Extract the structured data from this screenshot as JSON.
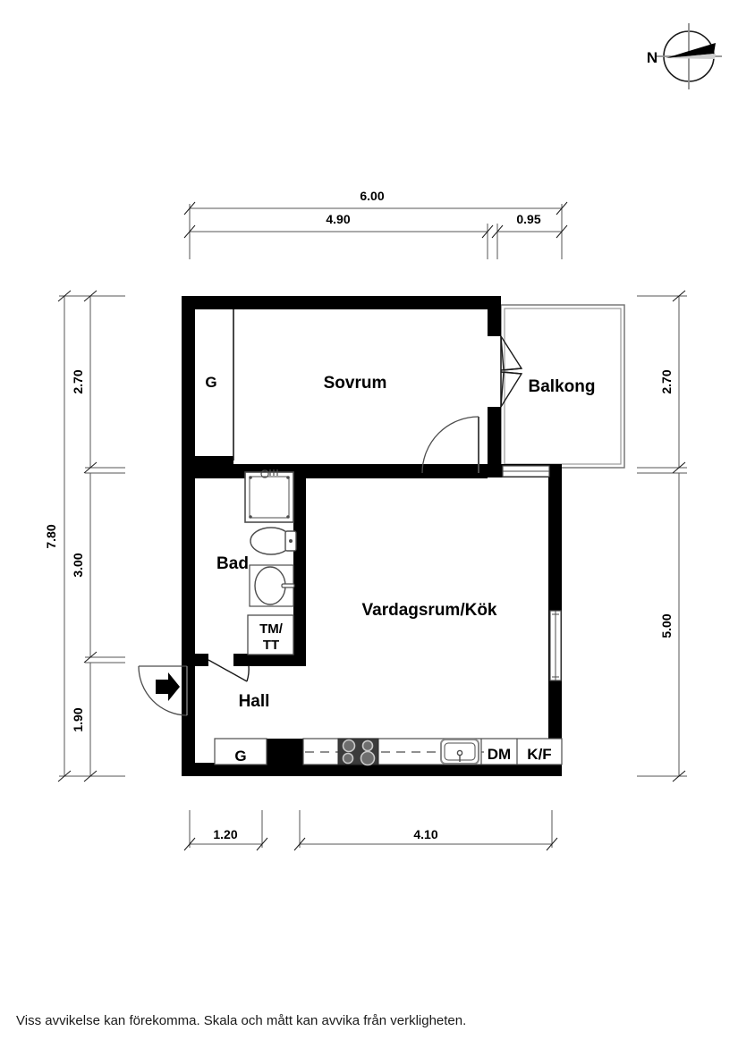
{
  "document": {
    "type": "floor-plan",
    "disclaimer": "Viss avvikelse kan förekomma. Skala och mått kan avvika från verkligheten."
  },
  "compass": {
    "label": "N",
    "name": "compass-rose"
  },
  "rooms": [
    {
      "id": "sovrum",
      "label": "Sovrum"
    },
    {
      "id": "balkong",
      "label": "Balkong"
    },
    {
      "id": "bad",
      "label": "Bad"
    },
    {
      "id": "vardagsrum_kok",
      "label": "Vardagsrum/Kök"
    },
    {
      "id": "hall",
      "label": "Hall"
    }
  ],
  "appliances": [
    {
      "id": "wardrobe_sovrum",
      "label": "G"
    },
    {
      "id": "laundry",
      "label_line1": "TM/",
      "label_line2": "TT"
    },
    {
      "id": "wardrobe_hall",
      "label": "G"
    },
    {
      "id": "dishwasher",
      "label": "DM"
    },
    {
      "id": "fridge_freezer",
      "label": "K/F"
    }
  ],
  "dimensions": {
    "top": [
      {
        "id": "top-total",
        "value": "6.00"
      },
      {
        "id": "top-left",
        "value": "4.90"
      },
      {
        "id": "top-right",
        "value": "0.95"
      }
    ],
    "left": [
      {
        "id": "left-total",
        "value": "7.80"
      },
      {
        "id": "left-a",
        "value": "2.70"
      },
      {
        "id": "left-b",
        "value": "3.00"
      },
      {
        "id": "left-c",
        "value": "1.90"
      }
    ],
    "right": [
      {
        "id": "right-a",
        "value": "2.70"
      },
      {
        "id": "right-b",
        "value": "5.00"
      }
    ],
    "bottom": [
      {
        "id": "bottom-a",
        "value": "1.20"
      },
      {
        "id": "bottom-b",
        "value": "4.10"
      }
    ]
  },
  "colors": {
    "wall": "#000000",
    "line": "#1a1a1a",
    "dimension": "#555555",
    "background": "#ffffff",
    "stove": "#3b3b3b"
  }
}
